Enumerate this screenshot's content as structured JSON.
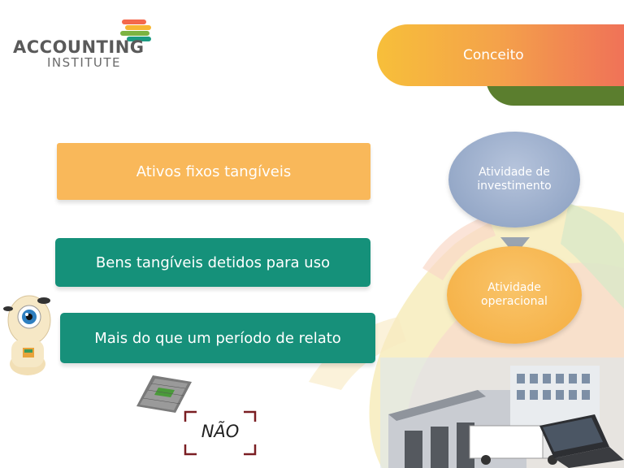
{
  "logo": {
    "word": "ACCOUNTING",
    "sub": "INSTITUTE",
    "mark_colors": [
      "#f4694c",
      "#f7b733",
      "#7cb342",
      "#1b9b82"
    ]
  },
  "header": {
    "title": "Conceito"
  },
  "boxes": [
    {
      "label": "Ativos fixos tangíveis"
    },
    {
      "label": "Bens tangíveis detidos para uso"
    },
    {
      "label": "Mais do que um período de relato"
    }
  ],
  "circles": {
    "top": {
      "line1": "Atividade de",
      "line2": "investimento"
    },
    "bottom": {
      "line1": "Atividade",
      "line2": "operacional"
    }
  },
  "nao": {
    "label": "NÃO"
  },
  "colors": {
    "teal": "#15917a",
    "orange": "#f9b85a",
    "green": "#5b7e2e",
    "blue_gray": "#96a9c8"
  }
}
